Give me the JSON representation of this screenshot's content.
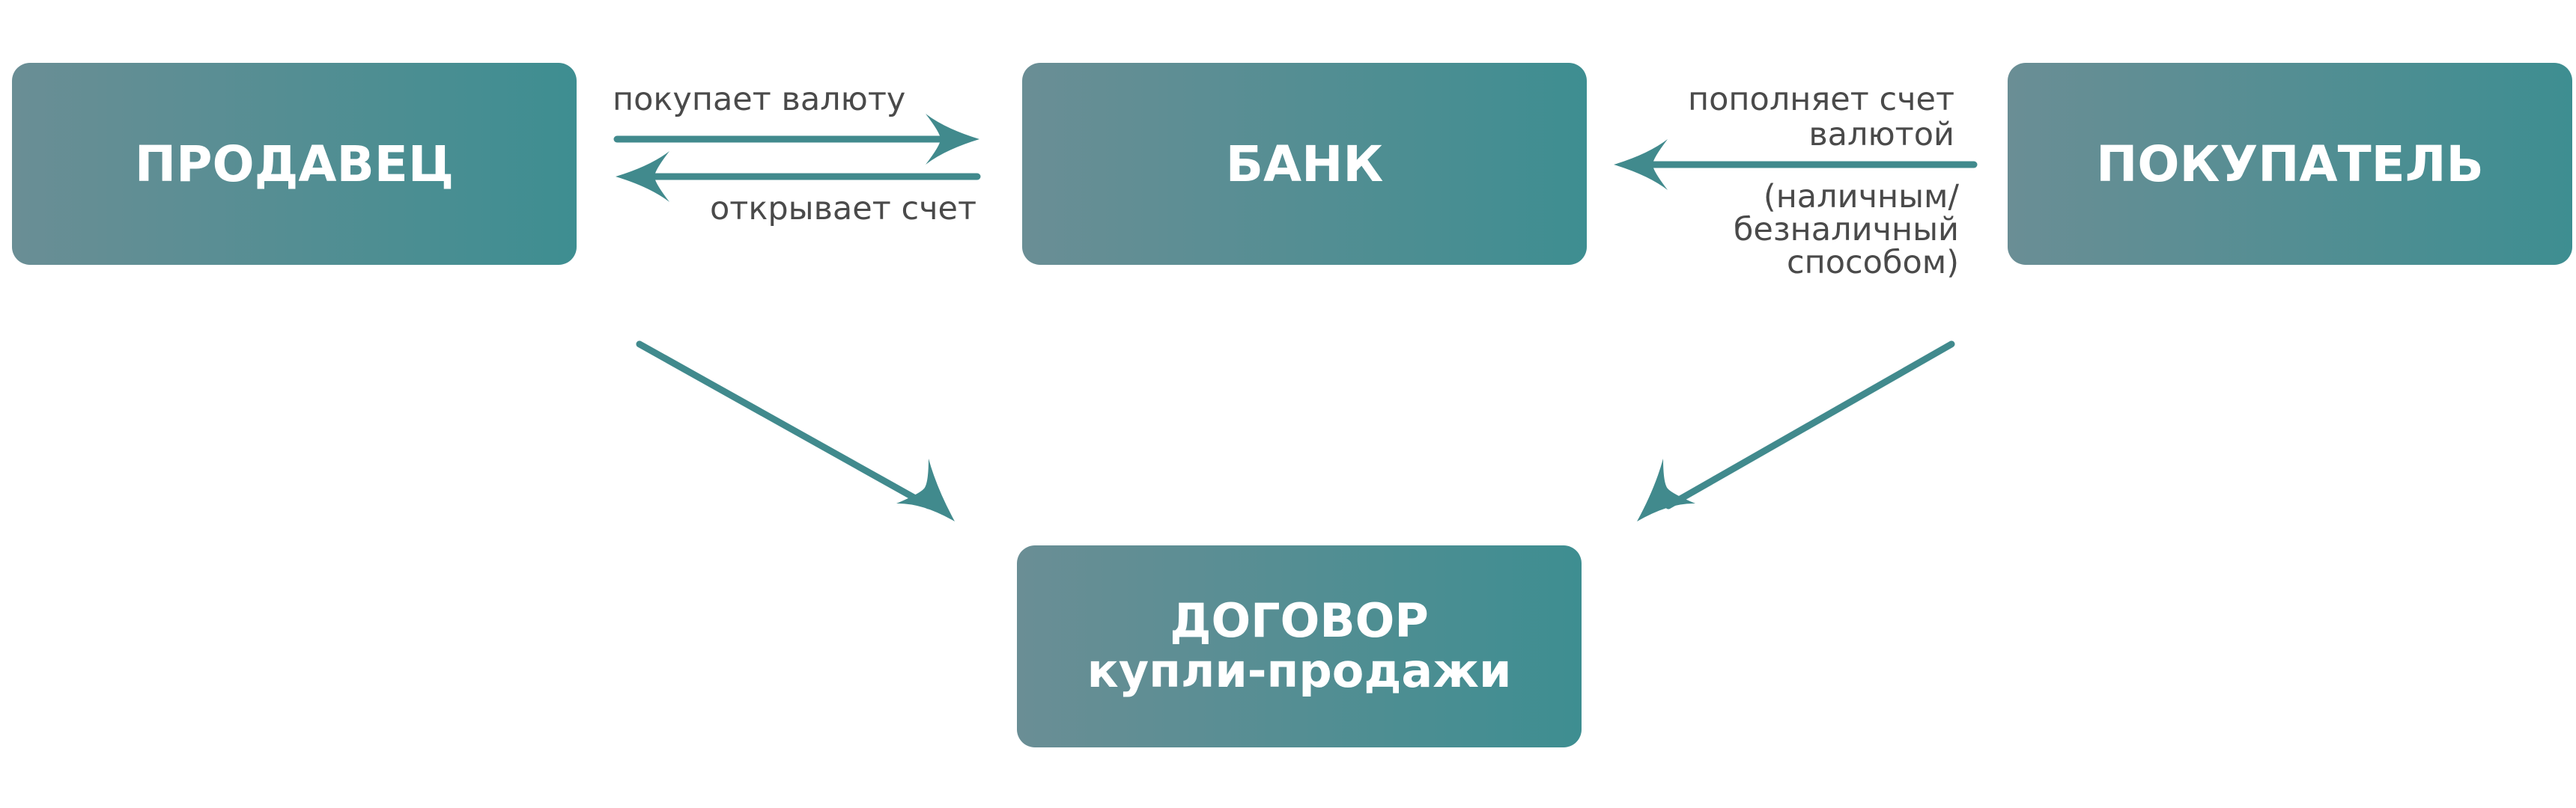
{
  "diagram": {
    "nodes": {
      "seller": "ПРОДАВЕЦ",
      "bank": "БАНК",
      "buyer": "ПОКУПАТЕЛЬ",
      "contract_line1": "ДОГОВОР",
      "contract_line2": "купли-продажи"
    },
    "edges": {
      "buys_currency": "покупает валюту",
      "opens_account": "открывает счет",
      "topup_line1": "пополняет счет",
      "topup_line2": "валютой",
      "method_line1": "(наличным/",
      "method_line2": "безналичный",
      "method_line3": "способом)"
    },
    "colors": {
      "node_gradient_start": "#6a8e95",
      "node_gradient_end": "#3e8e91",
      "arrow": "#418a8d",
      "label_text": "#4a4a4a"
    }
  }
}
